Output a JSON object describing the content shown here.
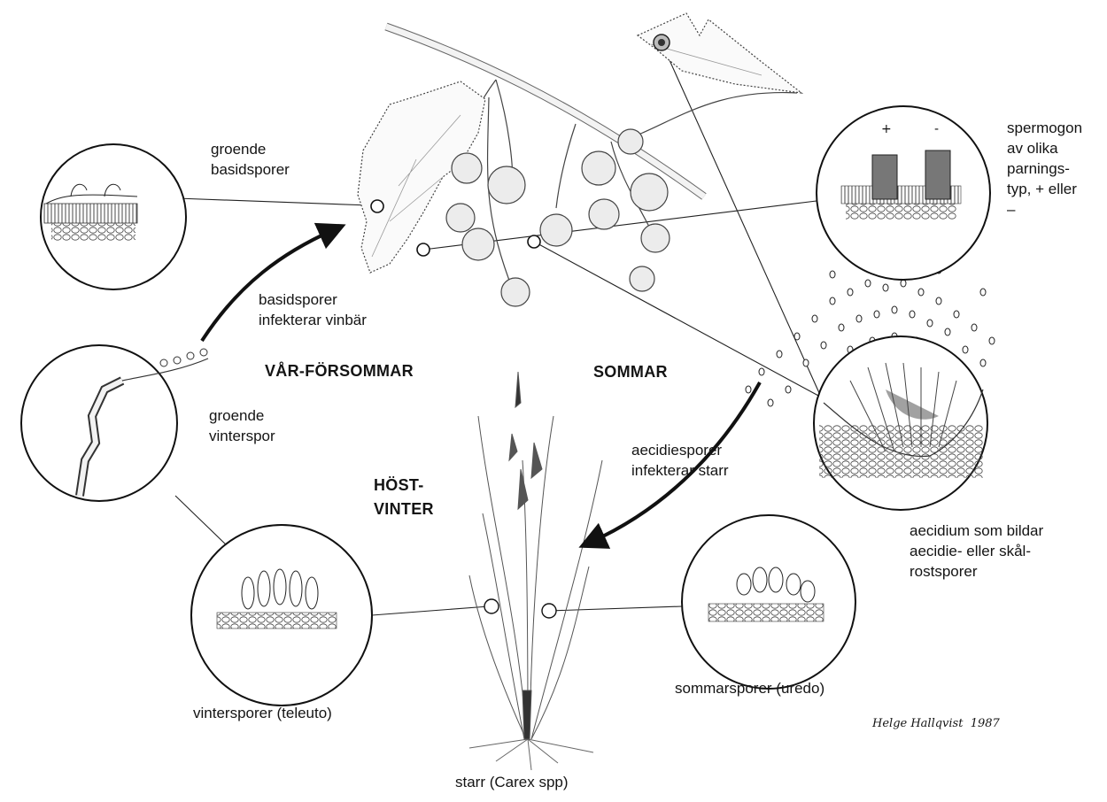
{
  "labels": {
    "groende_basidsporer": "groende\nbasidsporer",
    "basidsporer_infekterar": "basidsporer\ninfekterar vinbär",
    "var_forsommar": "VÅR-FÖRSOMMAR",
    "sommar": "SOMMAR",
    "host_vinter": "HÖST-\nVINTER",
    "groende_vinterspor": "groende\nvinterspor",
    "spermogon": "spermogon\nav olika\nparnings-\ntyp, + eller\n–",
    "aecidiesporer_infekterar": "aecidiesporer\ninfekterar starr",
    "aecidium": "aecidium som bildar\naecidie- eller skål-\nrostsporer",
    "sommarsporer": "sommarsporer (uredo)",
    "vintersporer": "vintersporer (teleuto)",
    "starr": "starr (Carex spp)",
    "signature": "Helge Hallqvist  1987"
  },
  "mating_marks": {
    "plus": "+",
    "minus": "-"
  },
  "colors": {
    "ink": "#141414",
    "line": "#2a2a2a",
    "berry": "#e8e8e8",
    "arrow": "#111111"
  }
}
